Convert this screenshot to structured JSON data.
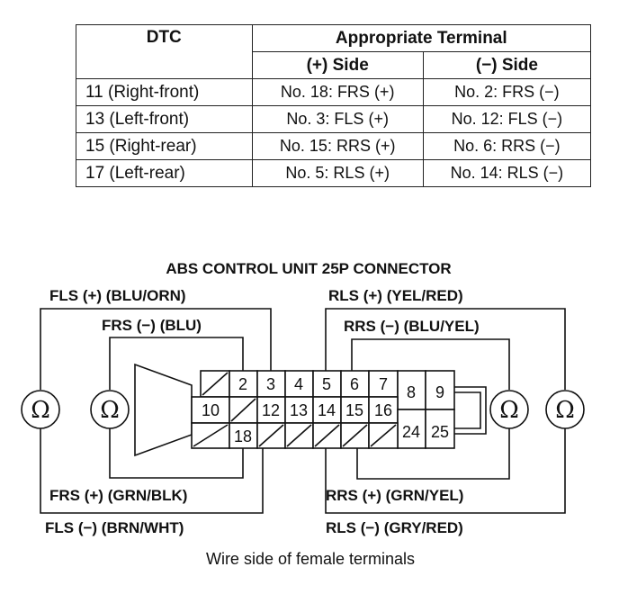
{
  "table": {
    "header_dtc": "DTC",
    "header_terminal": "Appropriate Terminal",
    "header_plus": "(+) Side",
    "header_minus": "(−) Side",
    "rows": [
      {
        "dtc": "11 (Right-front)",
        "plus": "No. 18: FRS (+)",
        "minus": "No. 2: FRS (−)"
      },
      {
        "dtc": "13 (Left-front)",
        "plus": "No. 3: FLS (+)",
        "minus": "No. 12: FLS (−)"
      },
      {
        "dtc": "15 (Right-rear)",
        "plus": "No. 15: RRS (+)",
        "minus": "No. 6: RRS (−)"
      },
      {
        "dtc": "17 (Left-rear)",
        "plus": "No. 5: RLS (+)",
        "minus": "No. 14: RLS (−)"
      }
    ]
  },
  "diagram": {
    "title": "ABS CONTROL UNIT 25P CONNECTOR",
    "caption": "Wire side of female terminals",
    "ohm_symbol": "Ω",
    "labels": {
      "fls_plus": "FLS (+) (BLU/ORN)",
      "frs_minus": "FRS (−) (BLU)",
      "frs_plus": "FRS (+) (GRN/BLK)",
      "fls_minus": "FLS (−) (BRN/WHT)",
      "rls_plus": "RLS (+) (YEL/RED)",
      "rrs_minus": "RRS (−) (BLU/YEL)",
      "rrs_plus": "RRS (+) (GRN/YEL)",
      "rls_minus": "RLS (−) (GRY/RED)"
    },
    "pins": {
      "p2": "2",
      "p3": "3",
      "p4": "4",
      "p5": "5",
      "p6": "6",
      "p7": "7",
      "p8": "8",
      "p9": "9",
      "p10": "10",
      "p12": "12",
      "p13": "13",
      "p14": "14",
      "p15": "15",
      "p16": "16",
      "p18": "18",
      "p24": "24",
      "p25": "25"
    }
  }
}
